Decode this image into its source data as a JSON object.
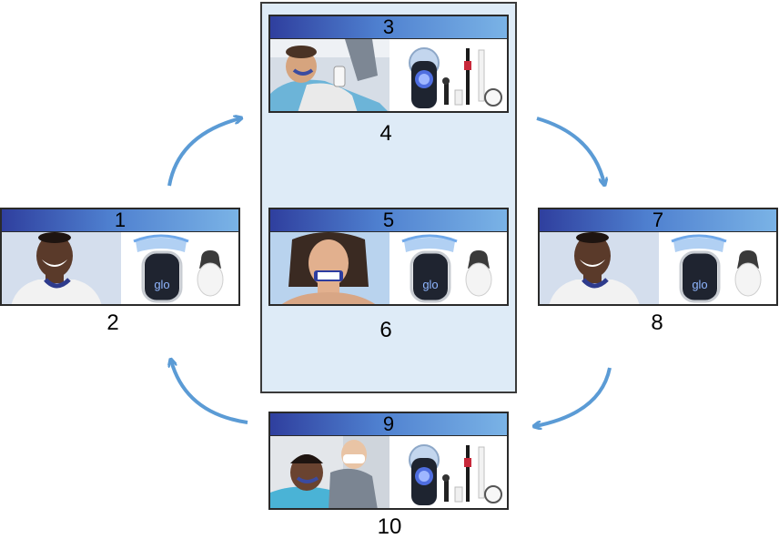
{
  "cards": [
    {
      "id": "card-1",
      "number": "1",
      "below": "2",
      "photo": "man",
      "products": "tray"
    },
    {
      "id": "card-3",
      "number": "3",
      "below": "4",
      "photo": "chair",
      "products": "kit"
    },
    {
      "id": "card-5",
      "number": "5",
      "below": "6",
      "photo": "woman",
      "products": "tray"
    },
    {
      "id": "card-7",
      "number": "7",
      "below": "8",
      "photo": "man",
      "products": "tray"
    },
    {
      "id": "card-9",
      "number": "9",
      "below": "10",
      "photo": "dentist",
      "products": "kit"
    }
  ],
  "product_text": {
    "logo": "glo"
  },
  "colors": {
    "arrow": "#5b9bd5",
    "panel": "#deebf7",
    "bar_start": "#2f3f9e",
    "bar_end": "#7ab3e6"
  },
  "icons": [
    "curved-arrow-icon"
  ]
}
